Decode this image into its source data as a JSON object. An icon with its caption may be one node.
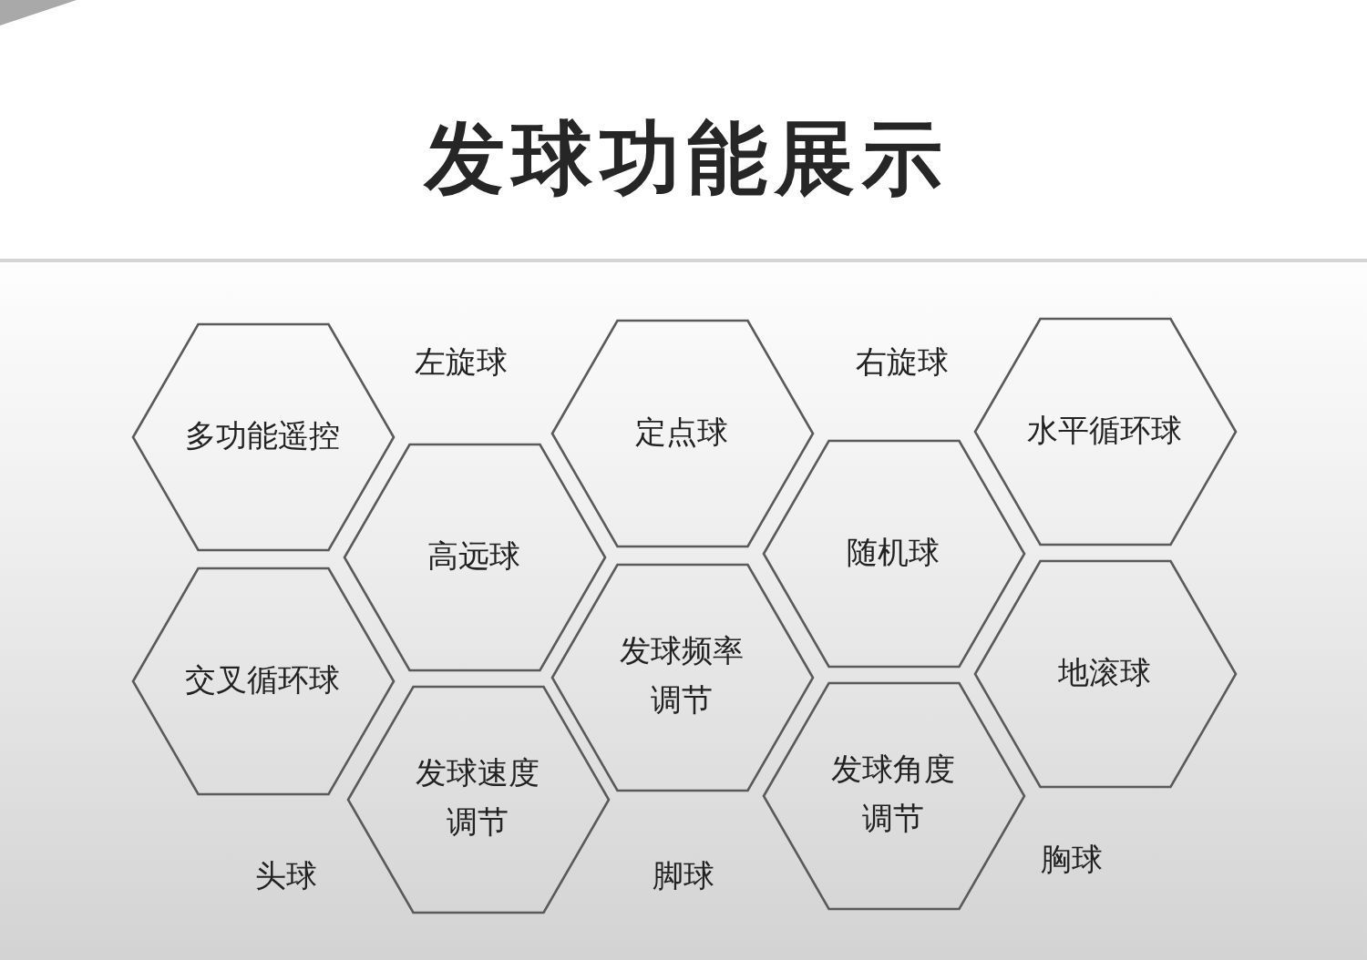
{
  "diagram": {
    "title": "发球功能展示",
    "nodes": [
      {
        "text": [
          "多功能遥控"
        ]
      },
      {
        "text": [
          "定点球"
        ]
      },
      {
        "text": [
          "水平循环球"
        ]
      },
      {
        "text": [
          "高远球"
        ]
      },
      {
        "text": [
          "随机球"
        ]
      },
      {
        "text": [
          "交叉循环球"
        ]
      },
      {
        "text": [
          "发球频率调节"
        ]
      },
      {
        "text": [
          "地滚球"
        ]
      },
      {
        "text": [
          "发球速度调节"
        ]
      },
      {
        "text": [
          "发球角度调节"
        ]
      }
    ],
    "edges": [],
    "labels": [
      "左旋球",
      "右旋球",
      "头球",
      "脚球",
      "胸球"
    ]
  }
}
